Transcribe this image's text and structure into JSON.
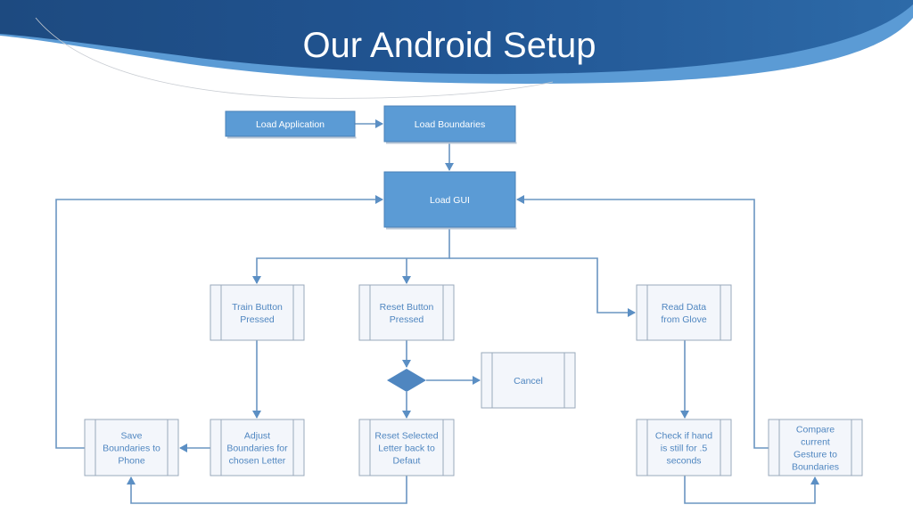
{
  "title": "Our Android Setup",
  "colors": {
    "header_dark": "#1f4e85",
    "header_light": "#5b9bd5",
    "box_fill": "#5b9bd5",
    "text": "#4f86c0"
  },
  "nodes": {
    "load_application": [
      "Load Application"
    ],
    "load_boundaries": [
      "Load Boundaries"
    ],
    "load_gui": [
      "Load GUI"
    ],
    "train": [
      "Train Button",
      "Pressed"
    ],
    "reset": [
      "Reset Button",
      "Pressed"
    ],
    "read": [
      "Read Data",
      "from Glove"
    ],
    "cancel": [
      "Cancel"
    ],
    "save": [
      "Save",
      "Boundaries to",
      "Phone"
    ],
    "adjust": [
      "Adjust",
      "Boundaries for",
      "chosen Letter"
    ],
    "reset_selected": [
      "Reset Selected",
      "Letter back to",
      "Defaut"
    ],
    "check": [
      "Check if hand",
      "is still for .5",
      "seconds"
    ],
    "compare": [
      "Compare",
      "current",
      "Gesture to",
      "Boundaries"
    ]
  }
}
